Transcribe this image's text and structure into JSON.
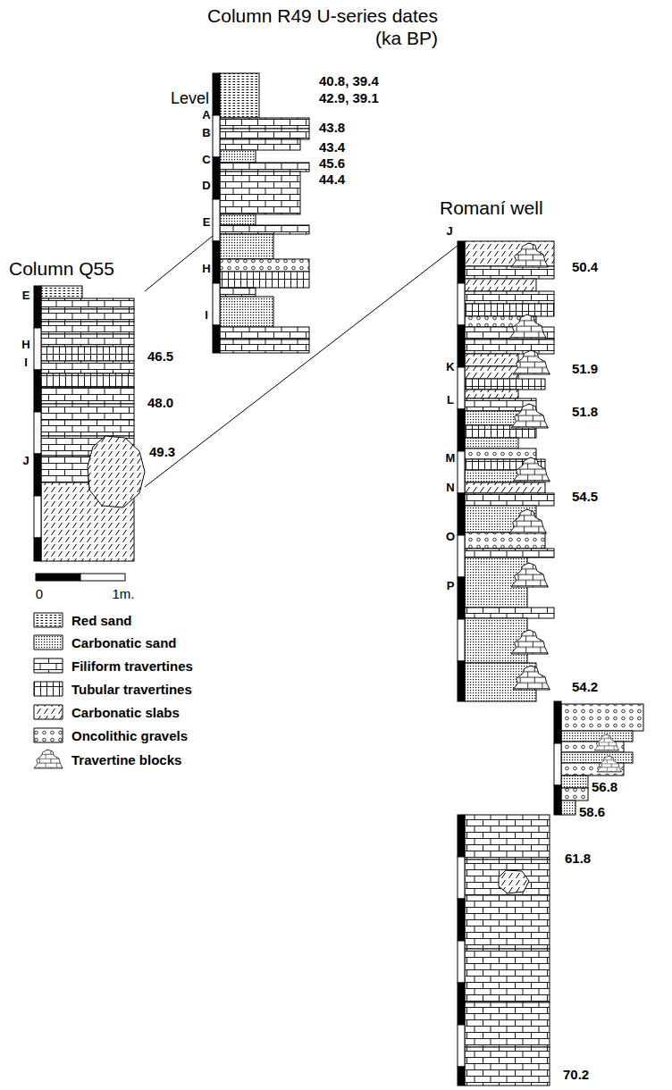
{
  "diagram": {
    "nodes": [
      {
        "text": [
          "Column R49 U-series dates (ka BP)"
        ]
      },
      {
        "text": [
          "Column Q55"
        ]
      },
      {
        "text": [
          "Romaní well"
        ]
      }
    ],
    "edges": [
      {
        "from": 1,
        "to": 0,
        "arrow": "none"
      },
      {
        "from": 1,
        "to": 2,
        "arrow": "none"
      }
    ],
    "labels": [
      "Level",
      "A",
      "B",
      "C",
      "D",
      "E",
      "H",
      "I",
      "40.8, 39.4",
      "42.9, 39.1",
      "43.8",
      "43.4",
      "45.6",
      "44.4",
      "E",
      "H",
      "I",
      "J",
      "46.5",
      "48.0",
      "49.3",
      "0",
      "1m.",
      "J",
      "K",
      "L",
      "M",
      "N",
      "O",
      "P",
      "50.4",
      "51.9",
      "51.8",
      "54.5",
      "54.2",
      "56.8",
      "58.6",
      "61.8",
      "70.2"
    ],
    "legend": [
      {
        "text": "Red sand"
      },
      {
        "text": "Carbonatic sand"
      },
      {
        "text": "Filiform travertines"
      },
      {
        "text": "Tubular travertines"
      },
      {
        "text": "Carbonatic slabs"
      },
      {
        "text": "Oncolithic gravels"
      },
      {
        "text": "Travertine blocks"
      }
    ]
  }
}
